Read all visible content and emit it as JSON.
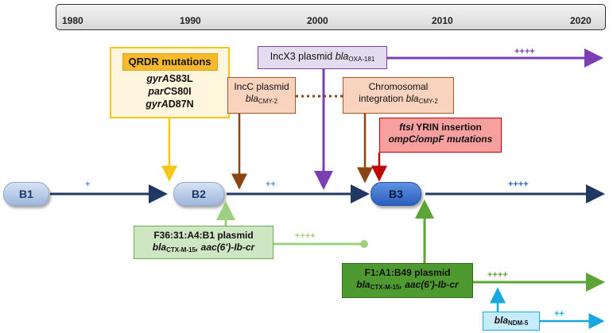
{
  "timeline": {
    "years": [
      "1980",
      "1990",
      "2000",
      "2010",
      "2020"
    ]
  },
  "nodes": {
    "b1": "B1",
    "b2": "B2",
    "b3": "B3"
  },
  "boxes": {
    "qrdr": {
      "title": "QRDR mutations",
      "line1_gene": "gyrA",
      "line1_mut": "S83L",
      "line2_gene": "parC",
      "line2_mut": "S80I",
      "line3_gene": "gyrA",
      "line3_mut": "D87N"
    },
    "incx3": {
      "text": "IncX3 plasmid ",
      "gene": "bla",
      "sub": "OXA-181"
    },
    "incc": {
      "line1": "IncC plasmid",
      "gene": "bla",
      "sub": "CMY-2"
    },
    "chromosomal": {
      "line1": "Chromosomal",
      "line2": "integration ",
      "gene": "bla",
      "sub": "CMY-2"
    },
    "ftsi": {
      "gene": "ftsI",
      "line1_rest": " YRIN insertion",
      "line2": "ompC/ompF mutations"
    },
    "f36": {
      "line1": "F36:31:A4:B1 plasmid",
      "gene": "bla",
      "sub": "CTX-M-15",
      "line2_rest": ", aac(6')-Ib-cr"
    },
    "f1": {
      "line1": "F1:A1:B49 plasmid",
      "gene": "bla",
      "sub": "CTX-M-15",
      "line2_rest": ", aac(6')-Ib-cr"
    },
    "ndm": {
      "gene": "bla",
      "sub": "NDM-5"
    }
  },
  "markers": {
    "b1_b2": "+",
    "b2_b3": "++",
    "after_b3": "++++",
    "incx3": "++++",
    "f36": "++++",
    "f1": "++++",
    "ndm": "++"
  },
  "colors": {
    "main_arrow": "#1f3864",
    "qrdr": "#f5c518",
    "incx3": "#7b3fb3",
    "incc": "#8b4513",
    "ftsi": "#c00000",
    "f36": "#9fd07f",
    "f1": "#5aa536",
    "ndm": "#17a8e0"
  }
}
